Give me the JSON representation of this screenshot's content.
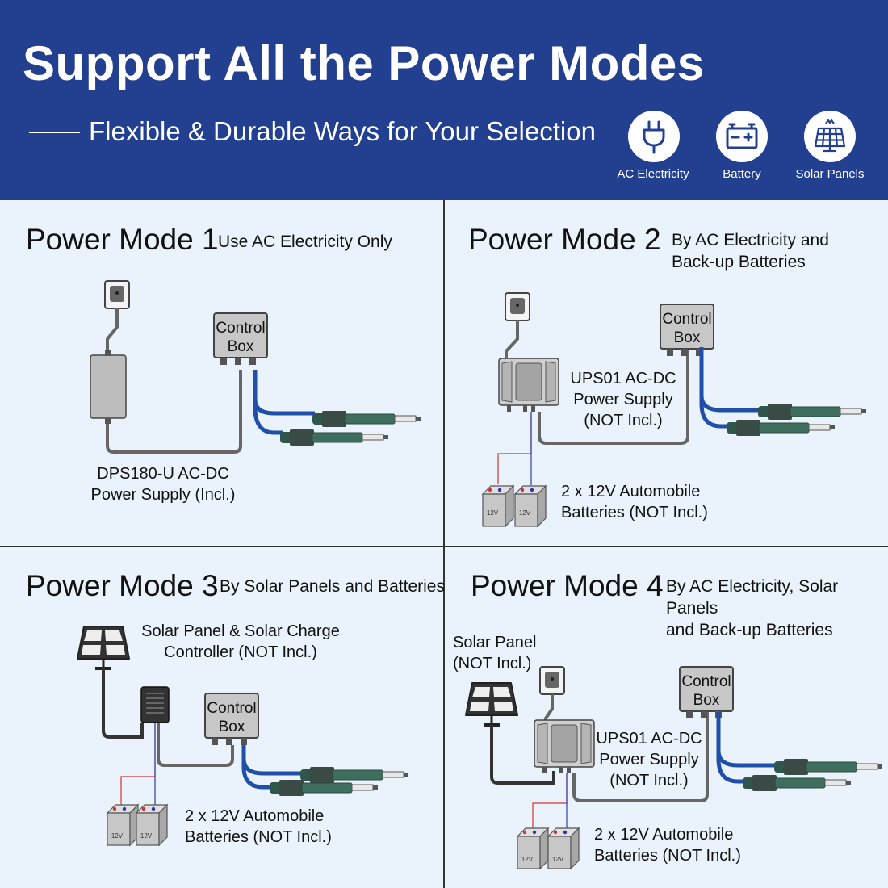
{
  "header": {
    "title": "Support All the Power Modes",
    "subtitle": "Flexible & Durable Ways for Your Selection",
    "modes": [
      {
        "label": "AC Electricity",
        "icon": "plug-icon"
      },
      {
        "label": "Battery",
        "icon": "battery-icon"
      },
      {
        "label": "Solar Panels",
        "icon": "solar-panel-icon"
      }
    ]
  },
  "control_box_label": [
    "Control",
    "Box"
  ],
  "battery_text": "12V",
  "panels": [
    {
      "title": "Power Mode 1",
      "description": "Use AC Electricity Only",
      "labels": {
        "power_supply": "DPS180-U AC-DC\nPower Supply (Incl.)"
      }
    },
    {
      "title": "Power Mode 2",
      "description": "By AC Electricity and\nBack-up Batteries",
      "labels": {
        "power_supply": "UPS01 AC-DC\nPower Supply\n(NOT Incl.)",
        "batteries": "2 x 12V Automobile\nBatteries (NOT Incl.)"
      }
    },
    {
      "title": "Power Mode 3",
      "description": "By Solar Panels and Batteries",
      "labels": {
        "solar": "Solar Panel & Solar Charge\nController (NOT Incl.)",
        "batteries": "2 x 12V Automobile\nBatteries (NOT Incl.)"
      }
    },
    {
      "title": "Power Mode 4",
      "description": "By AC Electricity, Solar Panels\nand Back-up Batteries",
      "labels": {
        "solar": "Solar Panel\n(NOT Incl.)",
        "power_supply": "UPS01 AC-DC\nPower Supply\n(NOT Incl.)",
        "batteries": "2 x 12V Automobile\nBatteries (NOT Incl.)"
      }
    }
  ],
  "colors": {
    "header_bg": "#22408f",
    "panel_bg": "#eaf3fb",
    "cable_blue": "#1f4fa8",
    "cable_gray": "#666666",
    "actuator_green": "#3f6e5e",
    "wire_red": "#d33333"
  }
}
